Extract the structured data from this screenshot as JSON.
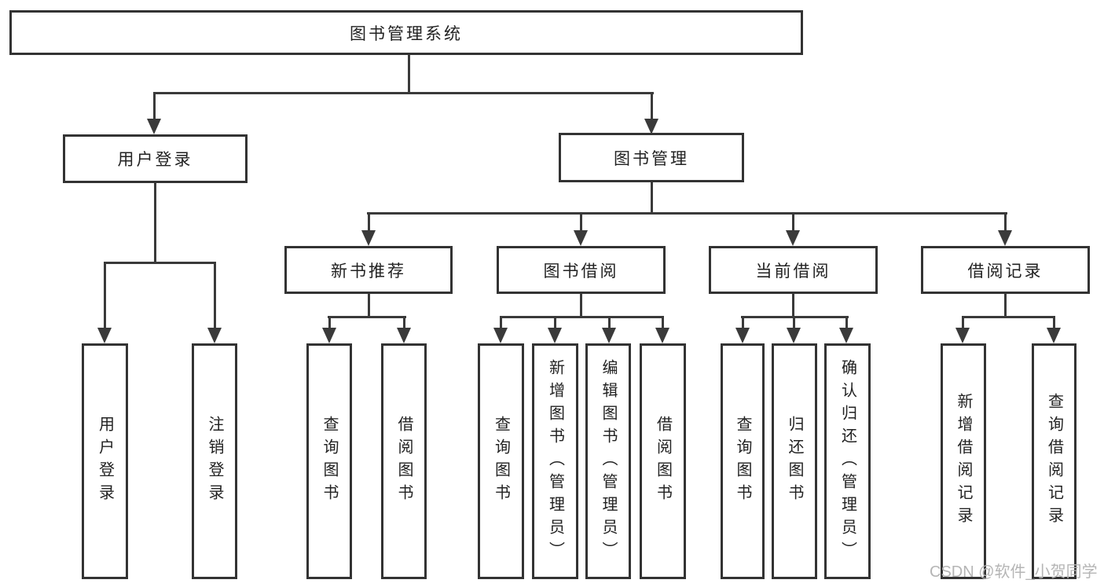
{
  "nodes": {
    "root": {
      "label": "图书管理系统"
    },
    "level1": {
      "user_login": {
        "label": "用户登录"
      },
      "book_mgmt": {
        "label": "图书管理"
      }
    },
    "level2": {
      "new_book_rec": {
        "label": "新书推荐"
      },
      "book_borrow": {
        "label": "图书借阅"
      },
      "current_borrow": {
        "label": "当前借阅"
      },
      "borrow_records": {
        "label": "借阅记录"
      }
    },
    "leaves": {
      "user_login": {
        "label": "用户登录"
      },
      "logout": {
        "label": "注销登录"
      },
      "nb_query_books": {
        "label": "查询图书"
      },
      "nb_borrow_books": {
        "label": "借阅图书"
      },
      "bb_query_books": {
        "label": "查询图书"
      },
      "bb_add_books": {
        "label": "新增图书（管理员）"
      },
      "bb_edit_books": {
        "label": "编辑图书（管理员）"
      },
      "bb_borrow_books": {
        "label": "借阅图书"
      },
      "cb_query_books": {
        "label": "查询图书"
      },
      "cb_return_books": {
        "label": "归还图书"
      },
      "cb_confirm_return": {
        "label": "确认归还（管理员）"
      },
      "br_add_record": {
        "label": "新增借阅记录"
      },
      "br_query_record": {
        "label": "查询借阅记录"
      }
    }
  },
  "watermark": {
    "text": "CSDN @软件_小贺同学"
  },
  "colors": {
    "line": "#3a3a3a",
    "border": "#333333",
    "text": "#222222",
    "watermark": "#b5b5b5",
    "background": "#ffffff"
  }
}
